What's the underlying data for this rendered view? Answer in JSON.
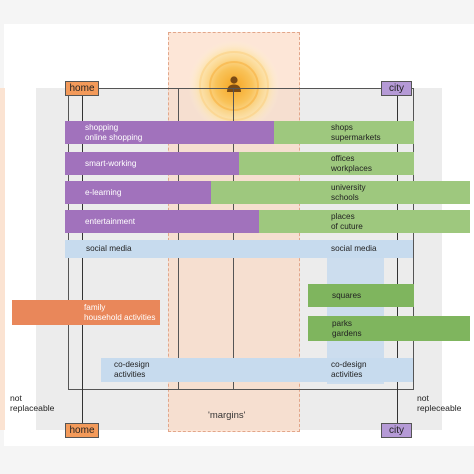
{
  "diagram": {
    "tags": {
      "home_top": "home",
      "city_top": "city",
      "home_bottom": "home",
      "city_bottom": "city"
    },
    "rows": [
      {
        "left": [
          "shopping",
          "online shopping"
        ],
        "right": [
          "shops",
          "supermarkets"
        ]
      },
      {
        "left": [
          "smart-working"
        ],
        "right": [
          "offices",
          "workplaces"
        ]
      },
      {
        "left": [
          "e-learning"
        ],
        "right": [
          "university",
          "schools"
        ]
      },
      {
        "left": [
          "entertainment"
        ],
        "right": [
          "places",
          "of cuture"
        ]
      }
    ],
    "social": {
      "left": "social media",
      "right": "social media"
    },
    "family": [
      "family",
      "household activities"
    ],
    "squares": "squares",
    "parks": [
      "parks",
      "gardens"
    ],
    "codesign": {
      "left": [
        "co-design",
        "activities"
      ],
      "right": [
        "co-design",
        "activities"
      ]
    },
    "not_replaceable_left": [
      "not",
      "replaceable"
    ],
    "not_replaceable_right": [
      "not",
      "repleceable"
    ],
    "margins": "'margins'",
    "person_icon": "person-icon",
    "colors": {
      "home": "#f39a5a",
      "city": "#b59ad6",
      "purple": "#a172bc",
      "green": "#9ec87e",
      "blue": "#c7dbee",
      "orange": "#e9875a",
      "margins": "#fbd6be"
    }
  }
}
